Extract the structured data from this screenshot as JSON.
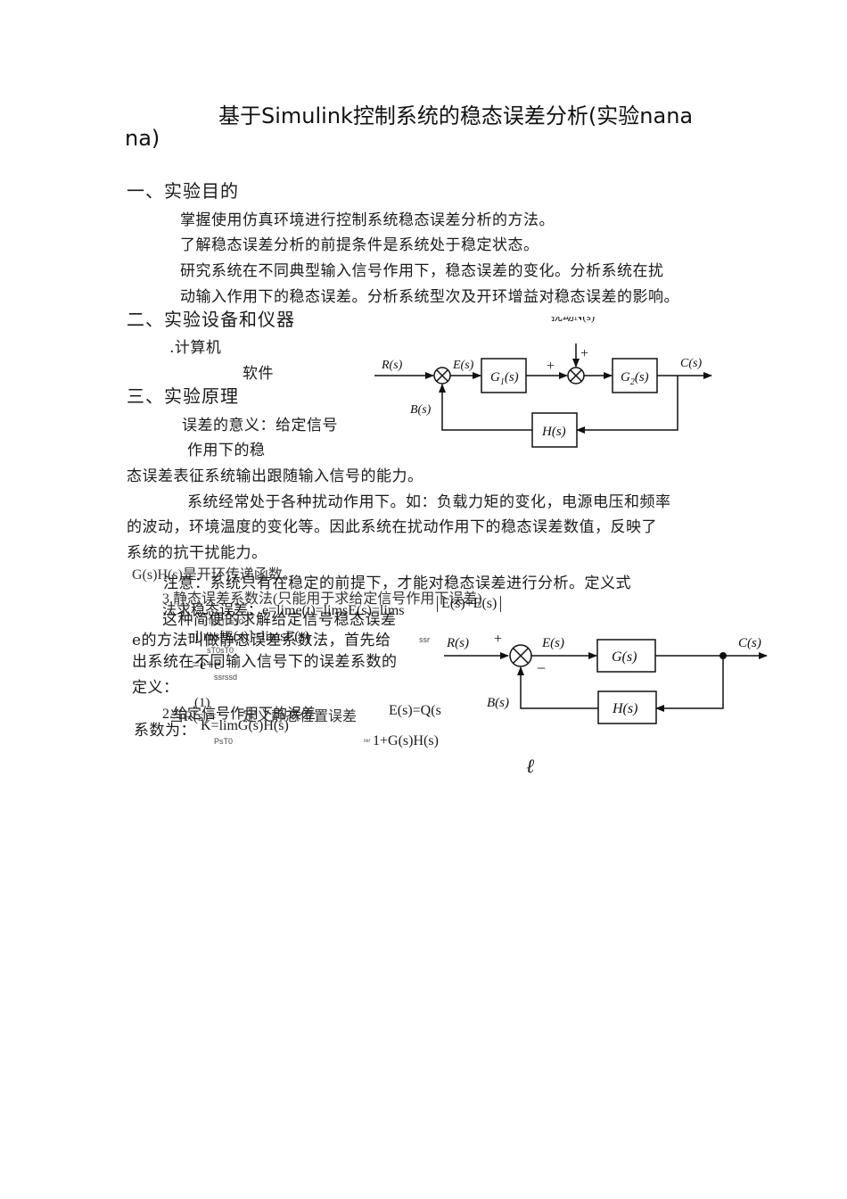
{
  "title": {
    "line1": "基于Simulink控制系统的稳态误差分析(实验nana",
    "line2": "na)"
  },
  "section1": {
    "heading": "一、实验目的",
    "items": [
      "掌握使用仿真环境进行控制系统稳态误差分析的方法。",
      "了解稳态误差分析的前提条件是系统处于稳定状态。",
      "研究系统在不同典型输入信号作用下，稳态误差的变化。分析系统在扰",
      "动输入作用下的稳态误差。分析系统型次及开环增益对稳态误差的影响。"
    ]
  },
  "section2": {
    "heading": "二、实验设备和仪器",
    "item1": ".计算机",
    "item2": "软件"
  },
  "section3": {
    "heading": "三、实验原理",
    "para1_a": "误差的意义：给定信号",
    "para1_b": "作用下的稳",
    "para1_c": "态误差表征系统输出跟随输入信号的能力。",
    "para2_l1": "系统经常处于各种扰动作用下。如：负载力矩的变化，电源电压和频率",
    "para2_l2": "的波动，环境温度的变化等。因此系统在扰动作用下的稳态误差数值，反映了",
    "para2_l3": "系统的抗干扰能力。"
  },
  "overlap": {
    "gh": "G(s)H(s)是开环传递函数。",
    "note": "注意：系统只有在稳定的前提下，才能对稳态误差进行分析。定义式",
    "method3": "3.静态误差系数法(只能用于求给定信号作用下误差)",
    "def_left": "法求稳态误差：e=lime(t)=limsE(s)=lims",
    "def_right": "E(s)+E(s)",
    "conv": "这种简便的求解给定信号稳态误差",
    "sub1": "tT8sT0sT0",
    "method_l1": "e的方法叫做静态误差系数法，首先给",
    "lims": "=lims[E(s)]=limsE(s)",
    "ssr": "ssr",
    "t0": "sT0sT0",
    "method_l2": "出系统在不同输入信号下的误差系数的",
    "ee": "=e+e",
    "ssrssd": "ssrssd",
    "defn": "定义：",
    "item2": "2.给定信号作用下的误差",
    "item2_b": "当R(s)=",
    "item2_c": "定义静态位置误差",
    "es": "E(s)=Q(s",
    "paren": "(1)",
    "kp_coef": "系数为：",
    "kp": "K=limG(s)H(s)",
    "kp_sub": "PsT0",
    "denom_sub": "rer",
    "denom": "1+G(s)H(s)"
  },
  "diagram1": {
    "disturbance_label": "扰动N(s)",
    "R": "R(s)",
    "E": "E(s)",
    "G1": "G",
    "G1_sub": "1",
    "G1_s": "(s)",
    "G2": "G",
    "G2_sub": "2",
    "G2_s": "(s)",
    "C": "C(s)",
    "B": "B(s)",
    "H": "H(s)",
    "plus1": "+",
    "plus2": "+"
  },
  "diagram2": {
    "R": "R(s)",
    "plus": "+",
    "minus": "−",
    "E": "E(s)",
    "G": "G(s)",
    "C": "C(s)",
    "B": "B(s)",
    "H": "H(s)"
  },
  "stray_mark": "ℓ"
}
